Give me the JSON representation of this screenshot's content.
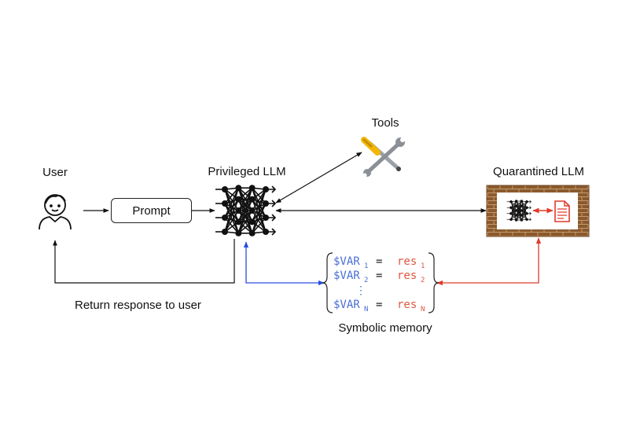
{
  "labels": {
    "tools": "Tools",
    "user": "User",
    "privileged_llm": "Privileged LLM",
    "quarantined_llm": "Quarantined LLM",
    "prompt": "Prompt",
    "return_response": "Return response to user",
    "symbolic_memory": "Symbolic memory"
  },
  "memory": {
    "rows": [
      {
        "var": "$VAR",
        "var_sub": "1",
        "eq": "=",
        "res": "res",
        "res_sub": "1"
      },
      {
        "var": "$VAR",
        "var_sub": "2",
        "eq": "=",
        "res": "res",
        "res_sub": "2"
      },
      {
        "var": "$VAR",
        "var_sub": "N",
        "eq": "=",
        "res": "res",
        "res_sub": "N"
      }
    ],
    "ellipsis": "⋮"
  },
  "colors": {
    "var_blue": "#4a6fd6",
    "res_red": "#e0573f",
    "arrow_black": "#111111",
    "arrow_blue": "#2a4de0",
    "arrow_red": "#e03a2a",
    "brick": "#8a5a2e",
    "brick_mortar": "#c49a6a"
  },
  "icons": [
    "user-icon",
    "neural-network-icon",
    "tools-icon",
    "brick-wall-icon",
    "document-icon"
  ]
}
